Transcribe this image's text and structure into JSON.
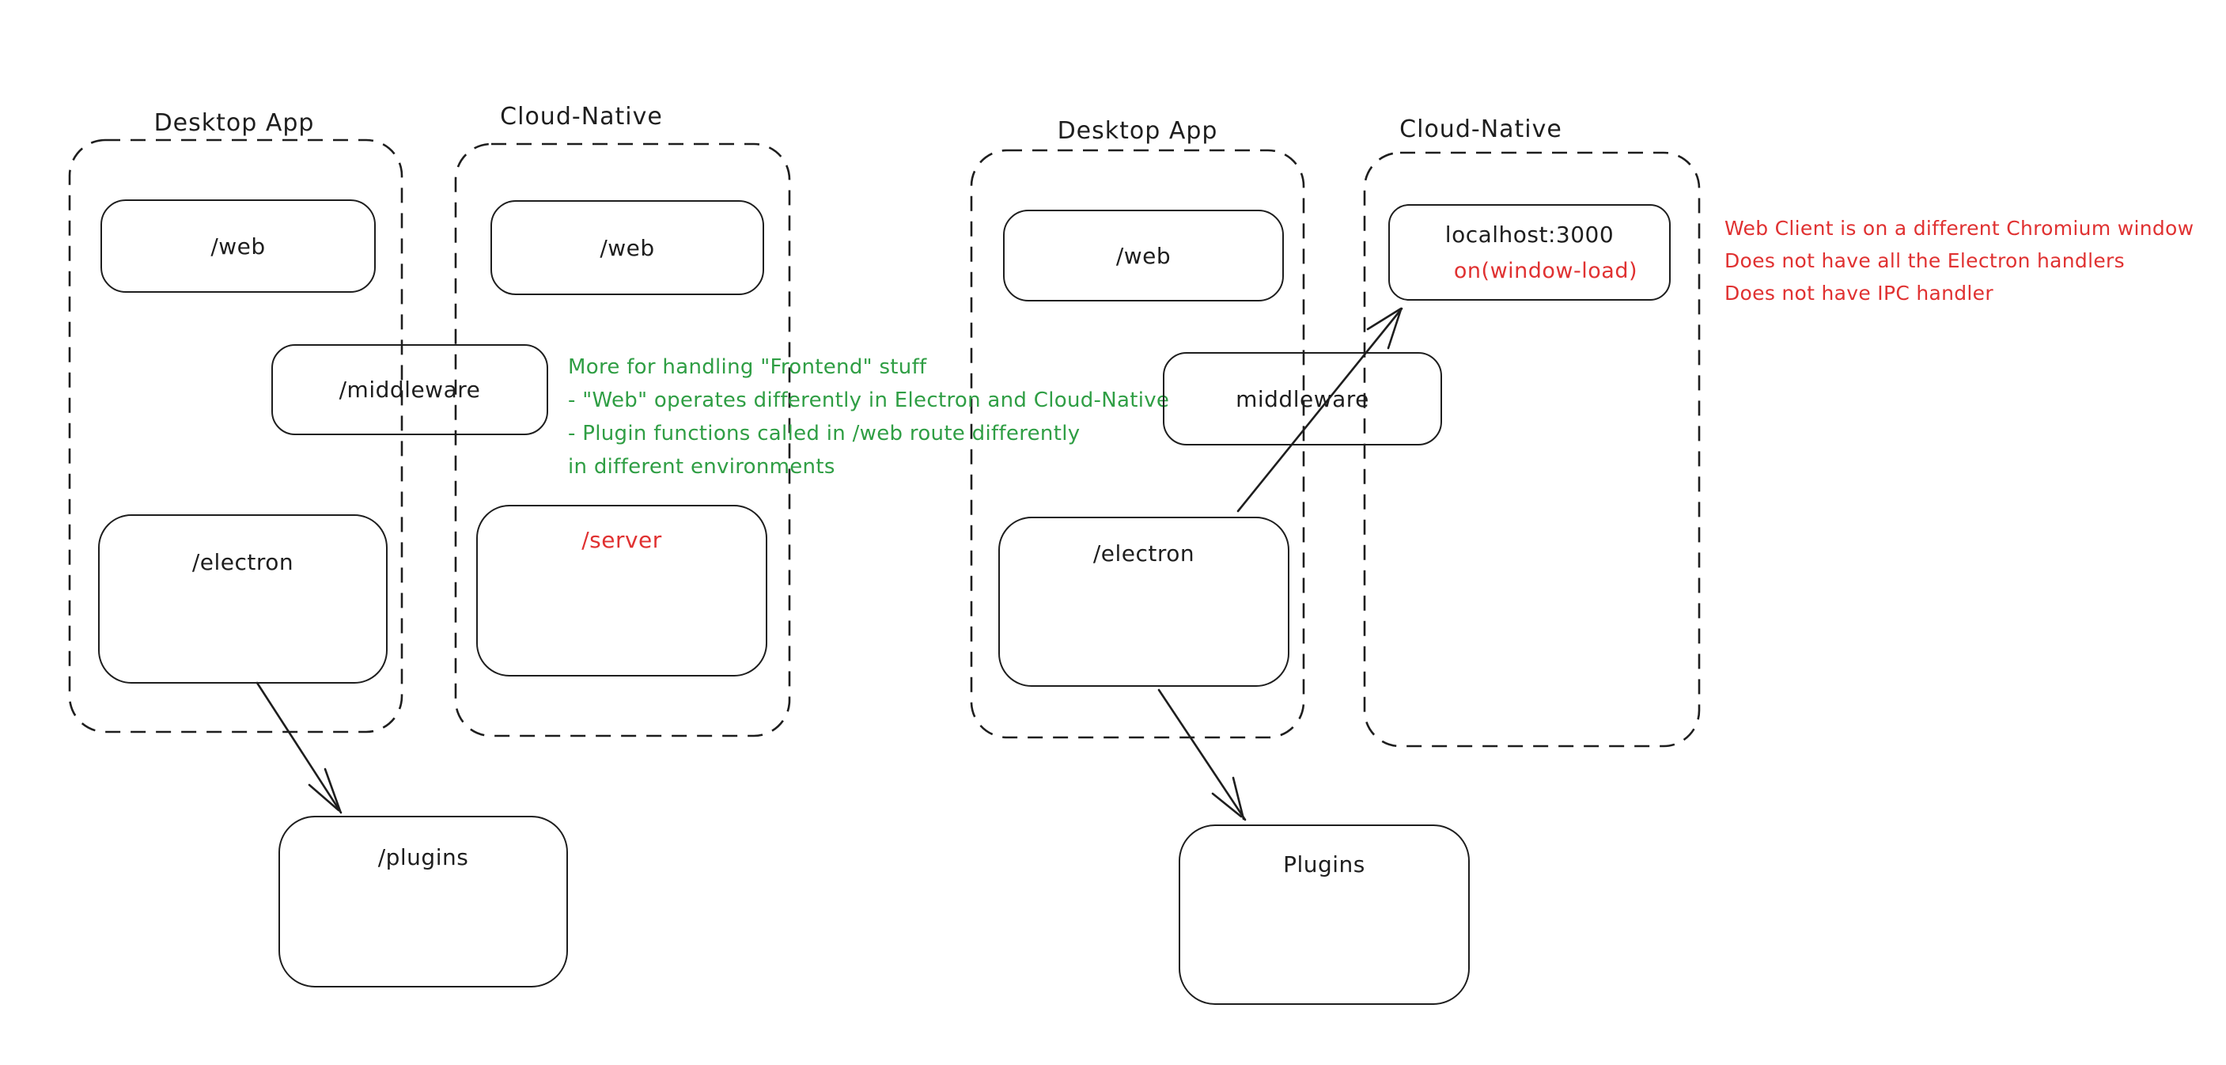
{
  "colors": {
    "ink": "#1e1e1e",
    "green_annotation": "#2f9e44",
    "red_annotation": "#e03131",
    "background": "#ffffff"
  },
  "left_diagram": {
    "desktop_container_title": "Desktop App",
    "cloud_container_title": "Cloud-Native",
    "web_desktop_label": "/web",
    "web_cloud_label": "/web",
    "middleware_label": "/middleware",
    "electron_label": "/electron",
    "server_label": "/server",
    "plugins_label": "/plugins"
  },
  "right_diagram": {
    "desktop_container_title": "Desktop App",
    "cloud_container_title": "Cloud-Native",
    "web_label": "/web",
    "localhost_label": "localhost:3000",
    "window_load_label": "on(window-load)",
    "middleware_label": "middleware",
    "electron_label": "/electron",
    "plugins_label": "Plugins"
  },
  "notes": {
    "green_note_lines": [
      "More for handling \"Frontend\" stuff",
      "- \"Web\" operates differently in Electron and Cloud-Native",
      "- Plugin functions called in /web route differently",
      "in different environments"
    ],
    "red_note_lines": [
      "Web Client is on a different Chromium window",
      "Does not have all the Electron handlers",
      "Does not have IPC handler"
    ]
  }
}
